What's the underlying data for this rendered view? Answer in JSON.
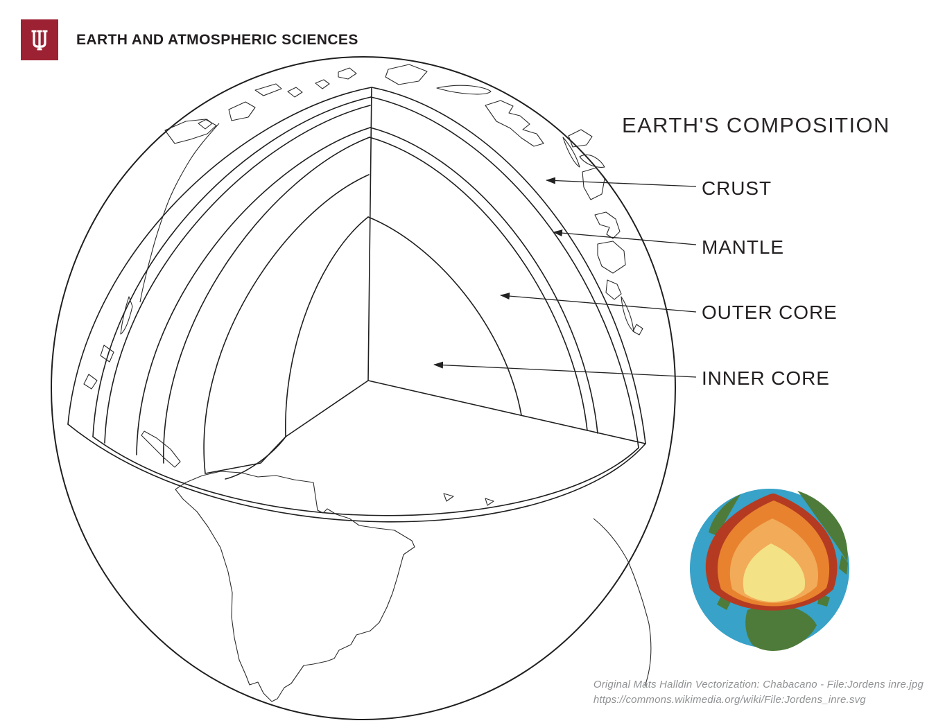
{
  "header": {
    "title": "EARTH AND ATMOSPHERIC SCIENCES",
    "logo": "iu-trident-logo",
    "logo_color": "#9c2132"
  },
  "diagram": {
    "title": "EARTH'S COMPOSITION",
    "callouts": [
      {
        "label": "CRUST"
      },
      {
        "label": "MANTLE"
      },
      {
        "label": "OUTER CORE"
      },
      {
        "label": "INNER CORE"
      }
    ]
  },
  "mini_earth": {
    "description": "colored earth cutaway illustration",
    "ocean_color": "#38a2c8",
    "land_color": "#4e7b3a",
    "crust_color": "#b43b21",
    "mantle_color": "#e8822f",
    "outer_core_color": "#f2ab58",
    "inner_core_color": "#f3e286"
  },
  "attribution": {
    "line1": "Original Mats Halldin Vectorization: Chabacano - File:Jordens inre.jpg",
    "line2": "https://commons.wikimedia.org/wiki/File:Jordens_inre.svg"
  },
  "colors": {
    "ink": "#222222",
    "crimson": "#9c2132"
  }
}
